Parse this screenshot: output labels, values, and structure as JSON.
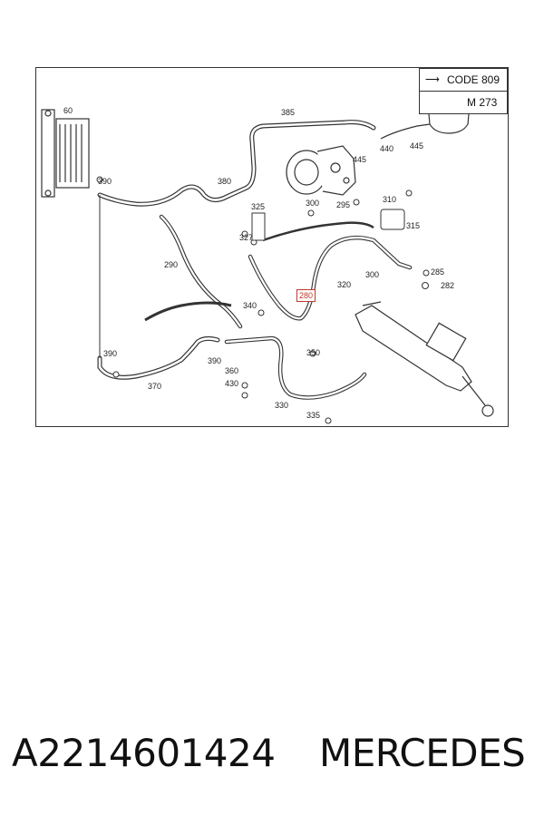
{
  "header": {
    "code_label": "CODE 809",
    "engine_label": "M 273"
  },
  "callouts": [
    {
      "id": "c60",
      "text": "60"
    },
    {
      "id": "c385",
      "text": "385"
    },
    {
      "id": "c440",
      "text": "440"
    },
    {
      "id": "c445a",
      "text": "445"
    },
    {
      "id": "c445b",
      "text": "445"
    },
    {
      "id": "c390a",
      "text": "390"
    },
    {
      "id": "c380",
      "text": "380"
    },
    {
      "id": "c325",
      "text": "325"
    },
    {
      "id": "c300a",
      "text": "300"
    },
    {
      "id": "c295",
      "text": "295"
    },
    {
      "id": "c310",
      "text": "310"
    },
    {
      "id": "c327",
      "text": "327"
    },
    {
      "id": "c315",
      "text": "315"
    },
    {
      "id": "c290",
      "text": "290"
    },
    {
      "id": "c300b",
      "text": "300"
    },
    {
      "id": "c285",
      "text": "285"
    },
    {
      "id": "c320",
      "text": "320"
    },
    {
      "id": "c282",
      "text": "282"
    },
    {
      "id": "c280",
      "text": "280",
      "highlight": true
    },
    {
      "id": "c340",
      "text": "340"
    },
    {
      "id": "c390b",
      "text": "390"
    },
    {
      "id": "c350",
      "text": "350"
    },
    {
      "id": "c390c",
      "text": "390"
    },
    {
      "id": "c360",
      "text": "360"
    },
    {
      "id": "c430",
      "text": "430"
    },
    {
      "id": "c370",
      "text": "370"
    },
    {
      "id": "c330",
      "text": "330"
    },
    {
      "id": "c335",
      "text": "335"
    }
  ],
  "footer": {
    "part_number": "A2214601424",
    "brand": "MERCEDES"
  },
  "colors": {
    "highlight": "#c0392b",
    "line": "#333333"
  }
}
